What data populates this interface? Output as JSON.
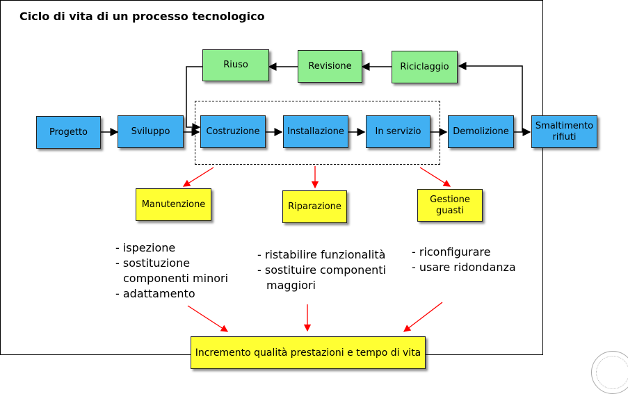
{
  "title": "Ciclo di vita di un processo tecnologico",
  "main_flow": [
    "Progetto",
    "Sviluppo",
    "Costruzione",
    "Installazione",
    "In servizio",
    "Demolizione",
    "Smaltimento rifiuti"
  ],
  "recycle_flow": [
    "Riuso",
    "Revisione",
    "Riciclaggio"
  ],
  "activities": [
    "Manutenzione",
    "Riparazione",
    "Gestione guasti"
  ],
  "bullets": {
    "manutenzione": [
      "- ispezione",
      "- sostituzione",
      "componenti minori",
      "- adattamento"
    ],
    "riparazione": [
      "- ristabilire funzionalità",
      "- sostituire componenti",
      "maggiori"
    ],
    "gestione": [
      "- riconfigurare",
      "- usare ridondanza"
    ]
  },
  "result": "Incremento qualità prestazioni e tempo di vita",
  "colors": {
    "process": "#41b0f2",
    "recycle": "#90ee90",
    "activity": "#ffff33",
    "arrow_red": "#ff0000"
  }
}
